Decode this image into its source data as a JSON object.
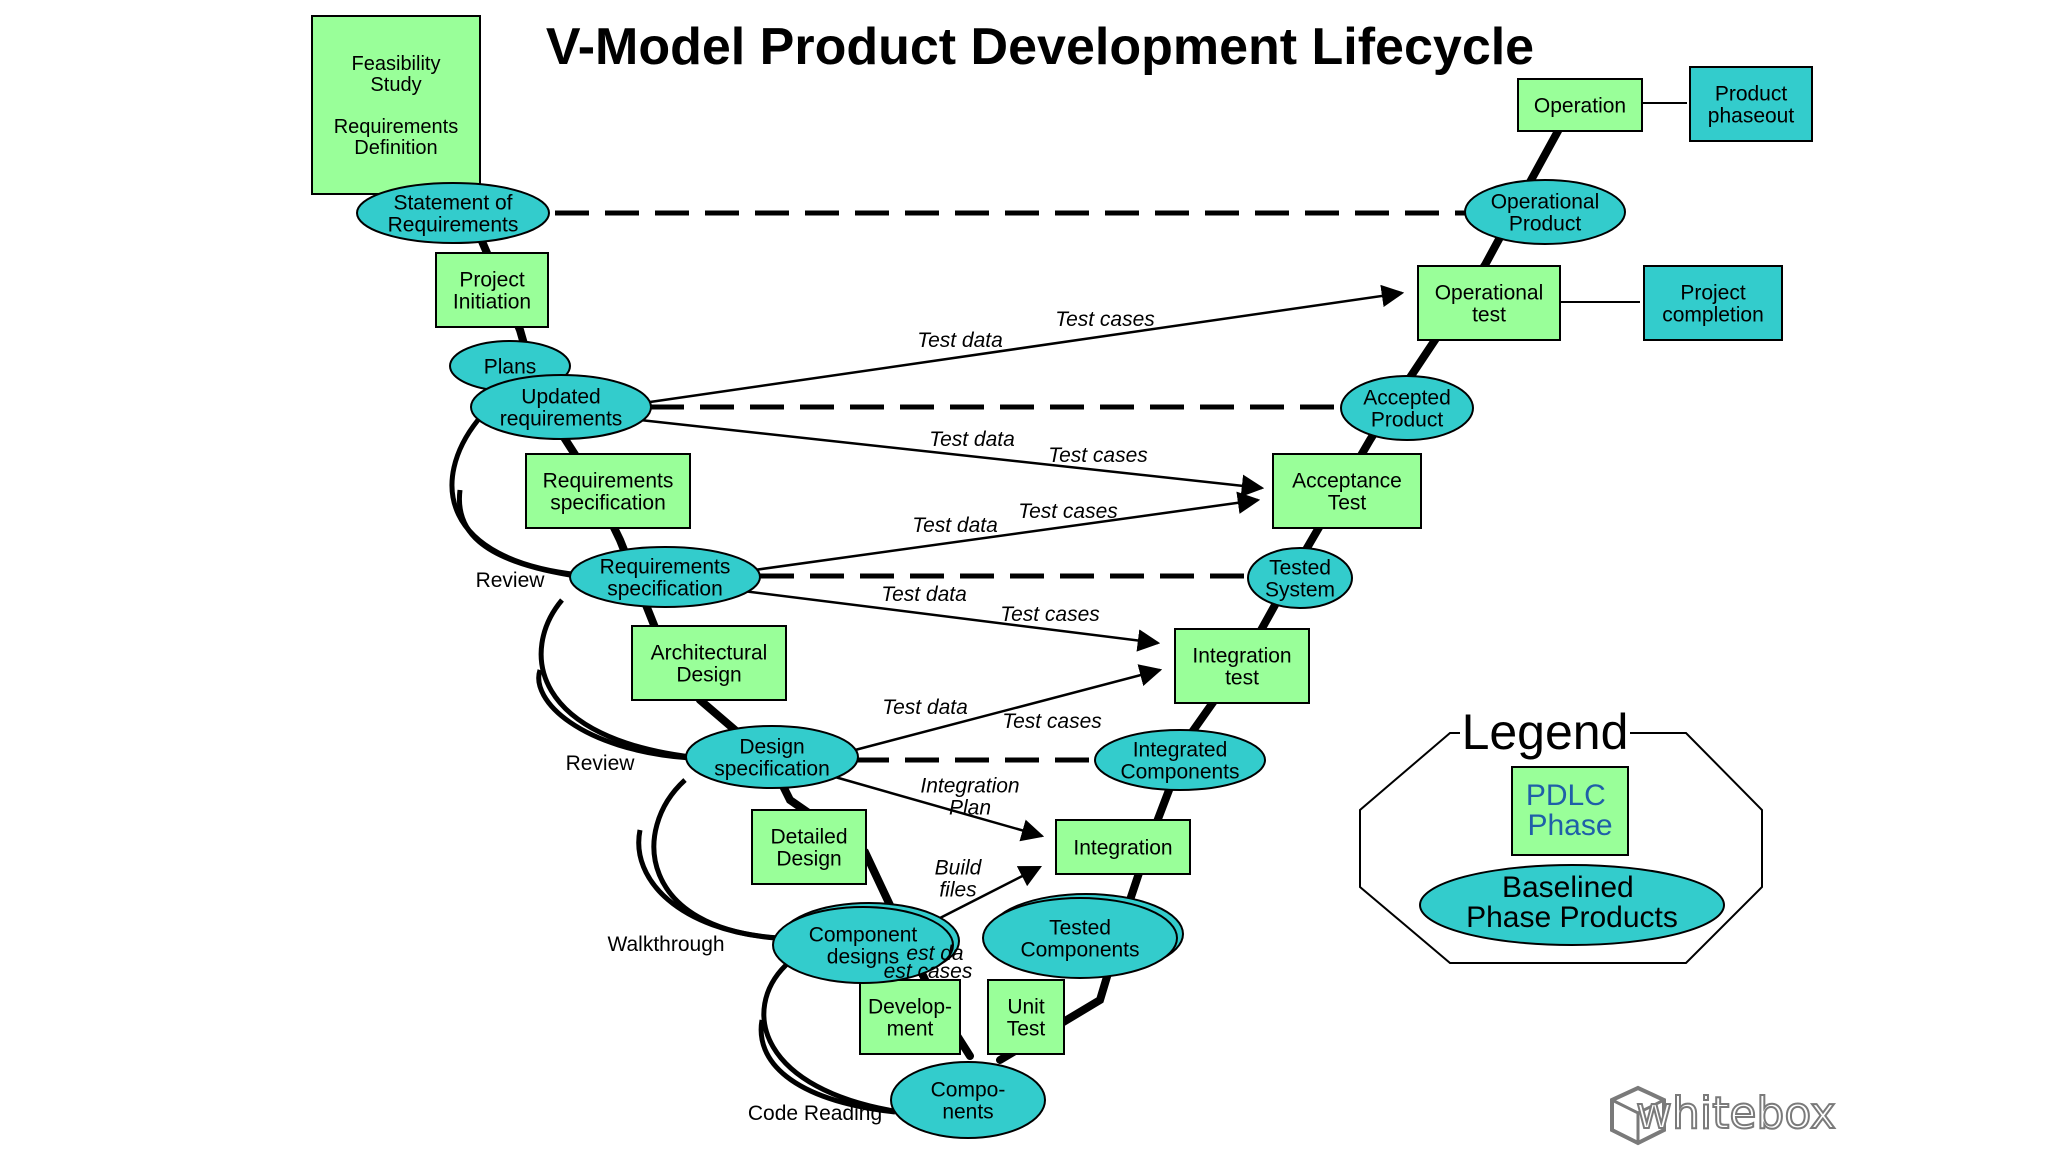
{
  "title": "V-Model Product Development Lifecycle",
  "colors": {
    "phase_fill": "#99ff99",
    "product_fill": "#33cccc",
    "stroke": "#000000",
    "legend_phase_text": "#1f5fa8",
    "logo_gray": "#7a7a7a"
  },
  "phases": [
    {
      "id": "feasibility",
      "lines": [
        "Feasibility",
        "Study",
        "",
        "Requirements",
        "Definition"
      ]
    },
    {
      "id": "project-initiation",
      "lines": [
        "Project",
        "Initiation"
      ]
    },
    {
      "id": "requirements-spec-phase",
      "lines": [
        "Requirements",
        "specification"
      ]
    },
    {
      "id": "architectural-design",
      "lines": [
        "Architectural",
        "Design"
      ]
    },
    {
      "id": "detailed-design",
      "lines": [
        "Detailed",
        "Design"
      ]
    },
    {
      "id": "development",
      "lines": [
        "Develop-",
        "ment"
      ]
    },
    {
      "id": "unit-test",
      "lines": [
        "Unit",
        "Test"
      ]
    },
    {
      "id": "integration",
      "lines": [
        "Integration"
      ]
    },
    {
      "id": "integration-test",
      "lines": [
        "Integration",
        "test"
      ]
    },
    {
      "id": "acceptance-test",
      "lines": [
        "Acceptance",
        "Test"
      ]
    },
    {
      "id": "operational-test",
      "lines": [
        "Operational",
        "test"
      ]
    },
    {
      "id": "operation",
      "lines": [
        "Operation"
      ]
    }
  ],
  "side_boxes": [
    {
      "id": "product-phaseout",
      "lines": [
        "Product",
        "phaseout"
      ]
    },
    {
      "id": "project-completion",
      "lines": [
        "Project",
        "completion"
      ]
    }
  ],
  "products": [
    {
      "id": "statement-of-requirements",
      "lines": [
        "Statement of",
        "Requirements"
      ]
    },
    {
      "id": "plans",
      "lines": [
        "Plans"
      ]
    },
    {
      "id": "updated-requirements",
      "lines": [
        "Updated",
        "requirements"
      ]
    },
    {
      "id": "requirements-spec-product",
      "lines": [
        "Requirements",
        "specification"
      ]
    },
    {
      "id": "design-specification",
      "lines": [
        "Design",
        "specification"
      ]
    },
    {
      "id": "component-designs",
      "lines": [
        "Component",
        "designs"
      ]
    },
    {
      "id": "components",
      "lines": [
        "Compo-",
        "nents"
      ]
    },
    {
      "id": "tested-components",
      "lines": [
        "Tested",
        "Components"
      ]
    },
    {
      "id": "integrated-components",
      "lines": [
        "Integrated",
        "Components"
      ]
    },
    {
      "id": "tested-system",
      "lines": [
        "Tested",
        "System"
      ]
    },
    {
      "id": "accepted-product",
      "lines": [
        "Accepted",
        "Product"
      ]
    },
    {
      "id": "operational-product",
      "lines": [
        "Operational",
        "Product"
      ]
    }
  ],
  "annotations": {
    "test_data": "Test data",
    "test_cases": "Test cases",
    "integration_plan": [
      "Integration",
      "Plan"
    ],
    "build_files": [
      "Build",
      "files"
    ],
    "test_data_partial": "est da",
    "test_cases_partial": "est cases"
  },
  "reviews": [
    "Review",
    "Review",
    "Walkthrough",
    "Code Reading"
  ],
  "legend": {
    "title": "Legend",
    "phase_lines": [
      "PDLC",
      "Phase"
    ],
    "product_lines": [
      "Baselined",
      "Phase Products"
    ]
  },
  "logo": {
    "text": "whitebox"
  }
}
